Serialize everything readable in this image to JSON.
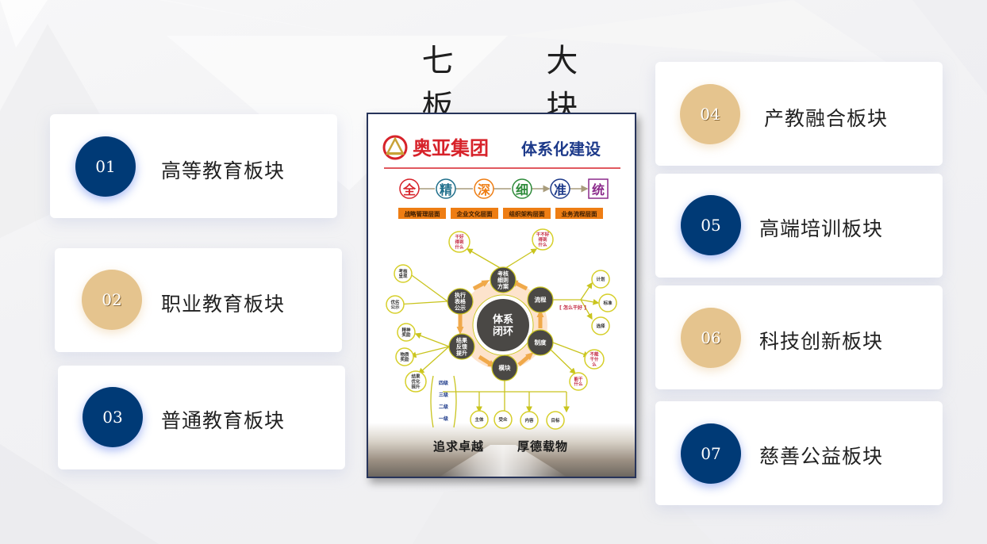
{
  "title": "七 大 板 块",
  "colors": {
    "navy": "#003a76",
    "gold": "#e5c48e",
    "poster_border": "#27345a",
    "poster_red": "#d7222a",
    "poster_blue": "#1d3a8a",
    "poster_orange": "#ee7d13",
    "poster_node": "#4a4845",
    "poster_line": "#c9c41e"
  },
  "sections": [
    {
      "number": "01",
      "label": "高等教育板块",
      "color": "navy"
    },
    {
      "number": "02",
      "label": "职业教育板块",
      "color": "gold"
    },
    {
      "number": "03",
      "label": "普通教育板块",
      "color": "navy"
    },
    {
      "number": "04",
      "label": "产教融合板块",
      "color": "gold"
    },
    {
      "number": "05",
      "label": "高端培训板块",
      "color": "navy"
    },
    {
      "number": "06",
      "label": "科技创新板块",
      "color": "gold"
    },
    {
      "number": "07",
      "label": "慈善公益板块",
      "color": "navy"
    }
  ],
  "poster": {
    "brand": "奥亚集团",
    "headline": "体系化建设",
    "principles": [
      "全",
      "精",
      "深",
      "细",
      "准",
      "统"
    ],
    "levels": [
      "战略管理层面",
      "企业文化层面",
      "组织架构层面",
      "业务流程层面"
    ],
    "center": [
      "体系",
      "闭环"
    ],
    "ring_nodes": [
      {
        "id": "assess",
        "lines": [
          "考核",
          "细则",
          "方案"
        ]
      },
      {
        "id": "process",
        "lines": [
          "流程"
        ]
      },
      {
        "id": "system",
        "lines": [
          "制度"
        ]
      },
      {
        "id": "module",
        "lines": [
          "模块"
        ]
      },
      {
        "id": "feedback",
        "lines": [
          "结果",
          "反馈",
          "提升"
        ]
      },
      {
        "id": "execute",
        "lines": [
          "执行",
          "表格",
          "公示"
        ]
      }
    ],
    "outer_nodes": {
      "do_well": [
        "干好",
        "得到",
        "什么"
      ],
      "not_do_well": [
        "干不好",
        "得到",
        "什么"
      ],
      "assess_present": [
        "考核",
        "呈现"
      ],
      "rank_publish": [
        "优劣",
        "公示"
      ],
      "plan": [
        "计划"
      ],
      "standard": [
        "标准"
      ],
      "select": [
        "选择"
      ],
      "cannot_do": [
        "不能",
        "干什",
        "么"
      ],
      "can_do": [
        "能干",
        "什么"
      ],
      "spirit_reward": [
        "精神",
        "奖励"
      ],
      "material_reward": [
        "物质",
        "奖励"
      ],
      "result_optimize": [
        "结果",
        "优化",
        "提升"
      ],
      "subject": [
        "主体"
      ],
      "audience": [
        "受众"
      ],
      "content": [
        "内容"
      ],
      "goal": [
        "目标"
      ]
    },
    "how_label": "怎么干好",
    "tiers": [
      "四级",
      "三级",
      "二级",
      "一级"
    ],
    "slogans": [
      "追求卓越",
      "厚德载物"
    ]
  }
}
